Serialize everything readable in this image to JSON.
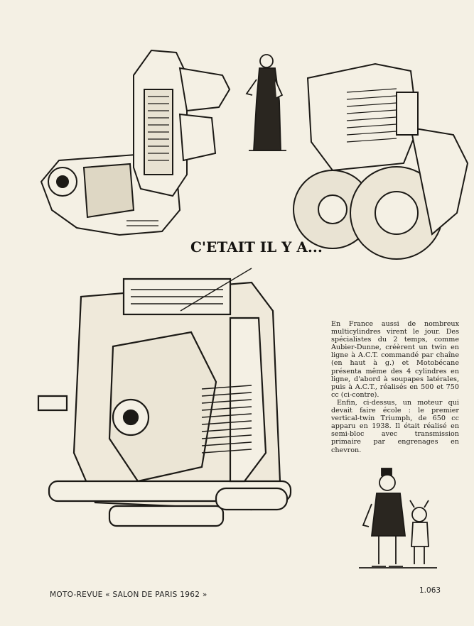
{
  "headline": "C'ETAIT IL Y A...",
  "caption": {
    "p1": "En France aussi de nombreux multicylindres virent le jour. Des spécialistes du 2 temps, comme Aubier-Dunne, créèrent un twin en ligne à A.C.T. commandé par chaîne (en haut à g.) et Motobécane présenta même des 4 cylindres en ligne, d'abord à soupapes latérales, puis à A.C.T., réalisés en 500 et 750 cc (ci-contre).",
    "p2": "Enfin, ci-dessus, un moteur qui devait faire école : le premier vertical-twin Triumph, de 650 cc apparu en 1938. Il était réalisé en semi-bloc avec transmission primaire par engrenages en chevron."
  },
  "footer": {
    "publication": "MOTO-REVUE « SALON DE PARIS 1962 »",
    "page_number": "1.063"
  }
}
